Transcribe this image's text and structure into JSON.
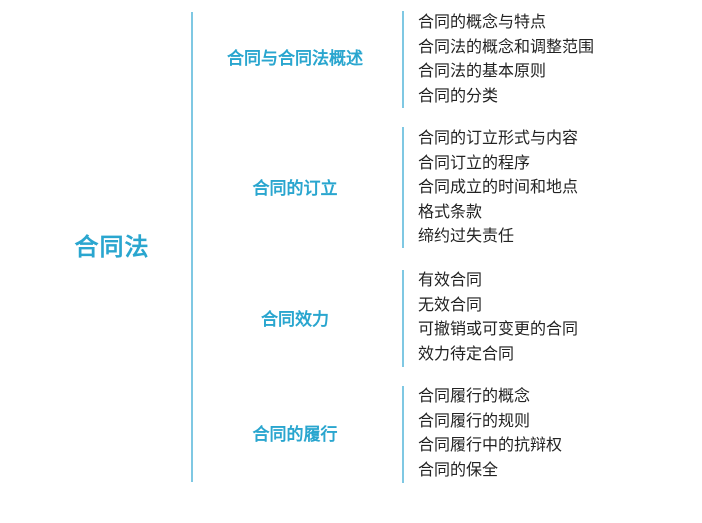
{
  "root": {
    "title": "合同法"
  },
  "branches": [
    {
      "label": "合同与合同法概述",
      "items": [
        "合同的概念与特点",
        "合同法的概念和调整范围",
        "合同法的基本原则",
        "合同的分类"
      ]
    },
    {
      "label": "合同的订立",
      "items": [
        "合同的订立形式与内容",
        "合同订立的程序",
        "合同成立的时间和地点",
        "格式条款",
        "缔约过失责任"
      ]
    },
    {
      "label": "合同效力",
      "items": [
        "有效合同",
        "无效合同",
        "可撤销或可变更的合同",
        "效力待定合同"
      ]
    },
    {
      "label": "合同的履行",
      "items": [
        "合同履行的概念",
        "合同履行的规则",
        "合同履行中的抗辩权",
        "合同的保全"
      ]
    }
  ],
  "colors": {
    "accent": "#2aa6cf",
    "line": "#7fc8e3",
    "text": "#222222"
  }
}
